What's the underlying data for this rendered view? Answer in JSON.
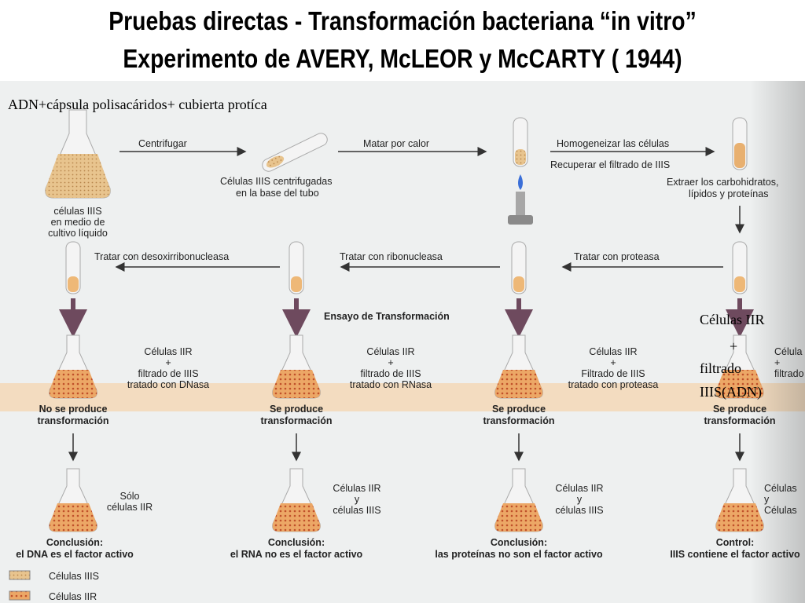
{
  "title": {
    "line1": "Pruebas directas - Transformación bacteriana “in vitro”",
    "line2": "Experimento de AVERY, McLEOR y McCARTY ( 1944)"
  },
  "note_top": "ADN+cápsula polisacáridos+ cubierta protíca",
  "note_right": [
    "Células    IIR",
    "+",
    "filtrado",
    "IIIS(ADN)"
  ],
  "steps": {
    "centrifugar": "Centrifugar",
    "centrifuged": [
      "Células IIIS centrifugadas",
      "en la base del tubo"
    ],
    "matar": "Matar por calor",
    "homogeneizar": "Homogeneizar las células",
    "recuperar": "Recuperar el filtrado de IIIS",
    "extraer": [
      "Extraer los carbohidratos,",
      "lípidos y proteínas"
    ],
    "culture": [
      "células IIIS",
      "en medio de",
      "cultivo líquido"
    ],
    "proteasa": "Tratar con proteasa",
    "ribonucleasa": "Tratar con ribonucleasa",
    "desoxi": "Tratar con desoxirribonucleasa",
    "ensayo": "Ensayo de Transformación"
  },
  "columns": [
    {
      "mix": [
        "Células IIR",
        "+",
        "filtrado de IIIS",
        "tratado con DNasa"
      ],
      "result": [
        "No se produce",
        "transformación"
      ],
      "final": [
        "Sólo",
        "células IIR"
      ],
      "conclusion": [
        "Conclusión:",
        "el DNA es el factor activo"
      ]
    },
    {
      "mix": [
        "Células IIR",
        "+",
        "filtrado de IIIS",
        "tratado con RNasa"
      ],
      "result": [
        "Se produce",
        "transformación"
      ],
      "final": [
        "Células IIR",
        "y",
        "células IIIS"
      ],
      "conclusion": [
        "Conclusión:",
        "el RNA no es el factor activo"
      ]
    },
    {
      "mix": [
        "Células IIR",
        "+",
        "Filtrado de IIIS",
        "tratado con proteasa"
      ],
      "result": [
        "Se produce",
        "transformación"
      ],
      "final": [
        "Células IIR",
        "y",
        "células IIIS"
      ],
      "conclusion": [
        "Conclusión:",
        "las proteínas no son el factor activo"
      ]
    },
    {
      "mix": [
        "Célula",
        "+",
        "filtrado"
      ],
      "result": [
        "Se produce",
        "transformación"
      ],
      "final": [
        "Células",
        "y",
        "Células"
      ],
      "conclusion": [
        "Control:",
        "IIIS contiene el factor activo"
      ]
    }
  ],
  "legend": [
    "Células IIIS",
    "Células IIR"
  ],
  "colors": {
    "band": "#f3dcc0",
    "arrow_down": "#6e4a5e",
    "flask_fill": "#e9a063",
    "culture_fill": "#e6c08a"
  }
}
